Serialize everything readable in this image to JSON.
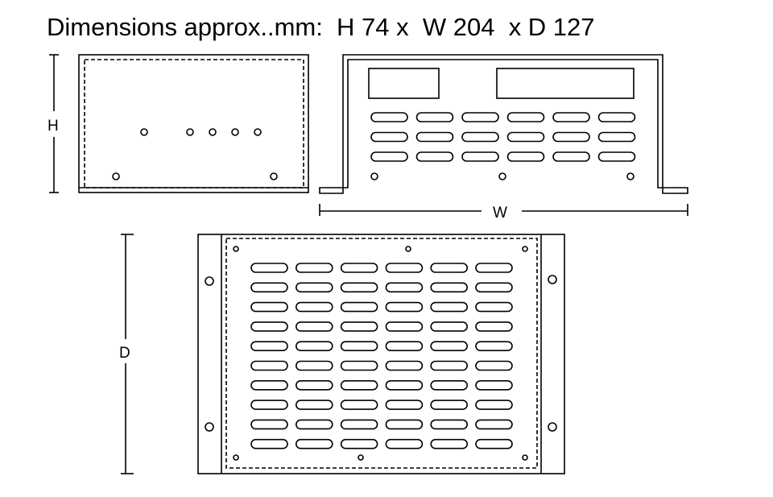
{
  "title": "Dimensions approx..mm:  H 74 x  W 204  x D 127",
  "labels": {
    "height": "H",
    "width": "W",
    "depth": "D"
  },
  "views": {
    "side": {
      "top_holes": 5,
      "bottom_holes": 2
    },
    "front": {
      "display_windows": 2,
      "slot_rows": 3,
      "slot_columns": 6,
      "bottom_holes": 3
    },
    "top": {
      "slot_rows": 10,
      "slot_columns": 6
    }
  },
  "colors": {
    "line": "#000000",
    "background": "#ffffff"
  }
}
